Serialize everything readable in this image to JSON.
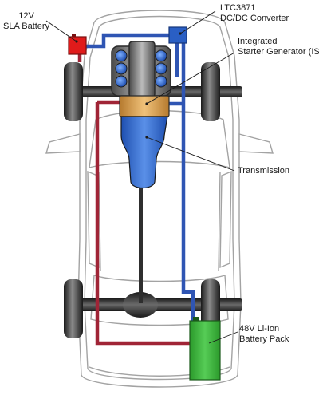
{
  "labels": {
    "battery_12v": {
      "line1": "12V",
      "line2": "SLA Battery"
    },
    "dcdc": {
      "line1": "LTC3871",
      "line2": "DC/DC Converter"
    },
    "isg": {
      "line1": "Integrated",
      "line2": "Starter Generator (ISG)"
    },
    "transmission": "Transmission",
    "battery_48v": {
      "line1": "48V Li-Ion",
      "line2": "Battery Pack"
    }
  },
  "colors": {
    "battery_12v": "#e01b1b",
    "dcdc": "#2a5fc4",
    "blue_wire": "#2f55b3",
    "red_wire": "#a02436",
    "battery_48v": "#3aaf3a",
    "isg": "#d9a14f",
    "transmission": "#3f79d8",
    "engine_cylinder": "#3f79d8",
    "car_outline": "#9a9a9a",
    "axle": "#3a3a3a",
    "tire": "#2a2a2a"
  }
}
